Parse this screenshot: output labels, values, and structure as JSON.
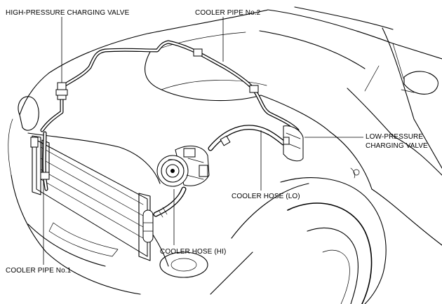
{
  "labels": {
    "high_pressure_valve": "HIGH-PRESSURE CHARGING VALVE",
    "cooler_pipe_2": "COOLER PIPE No.2",
    "low_pressure_valve_line1": "LOW-PRESSURE",
    "low_pressure_valve_line2": "CHARGING VALVE",
    "cooler_hose_lo": "COOLER HOSE (LO)",
    "cooler_hose_hi": "COOLER HOSE (HI)",
    "cooler_pipe_1": "COOLER PIPE No.1"
  }
}
